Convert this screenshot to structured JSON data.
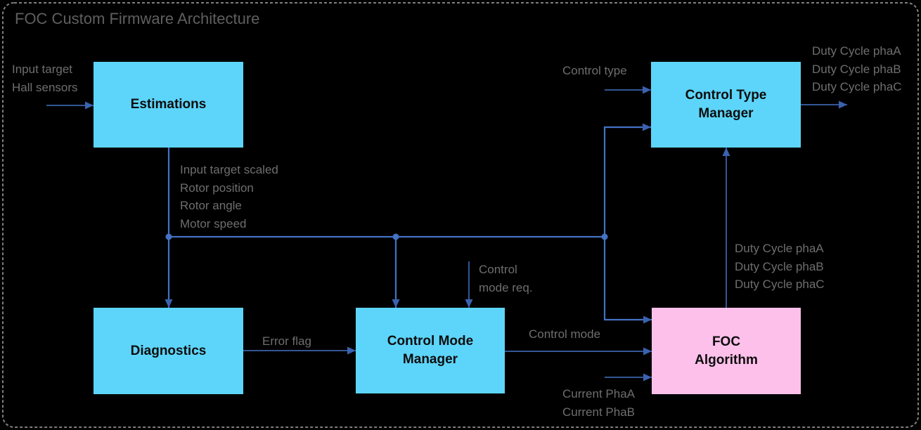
{
  "title": "FOC Custom Firmware Architecture",
  "colors": {
    "background": "#000000",
    "border_gray": "#7F7F7F",
    "block_fill_cyan": "#5DD5FA",
    "block_fill_pink": "#FCC0EB",
    "block_text": "#0D0D0D",
    "connector_blue": "#4472C4",
    "arrowhead_blue": "#3A62B0",
    "text_gray": "#6E6E6E",
    "title_gray": "#5F5F5F"
  },
  "blocks": {
    "estimations": {
      "label": "Estimations"
    },
    "diagnostics": {
      "label": "Diagnostics"
    },
    "control_mode_manager": {
      "label": "Control Mode\nManager"
    },
    "control_type_manager": {
      "label": "Control Type\nManager"
    },
    "foc_algorithm": {
      "label": "FOC\nAlgorithm"
    }
  },
  "labels": {
    "estimations_inputs": [
      "Input target",
      "Hall sensors"
    ],
    "bus_signals": [
      "Input target scaled",
      "Rotor position",
      "Rotor angle",
      "Motor speed"
    ],
    "control_mode_req": [
      "Control",
      "mode req."
    ],
    "error_flag": "Error flag",
    "control_mode": "Control mode",
    "control_type": "Control type",
    "ctm_outputs": [
      "Duty Cycle phaA",
      "Duty Cycle phaB",
      "Duty Cycle phaC"
    ],
    "foc_outputs": [
      "Duty Cycle phaA",
      "Duty Cycle phaB",
      "Duty Cycle phaC"
    ],
    "current_inputs": [
      "Current PhaA",
      "Current PhaB"
    ]
  }
}
